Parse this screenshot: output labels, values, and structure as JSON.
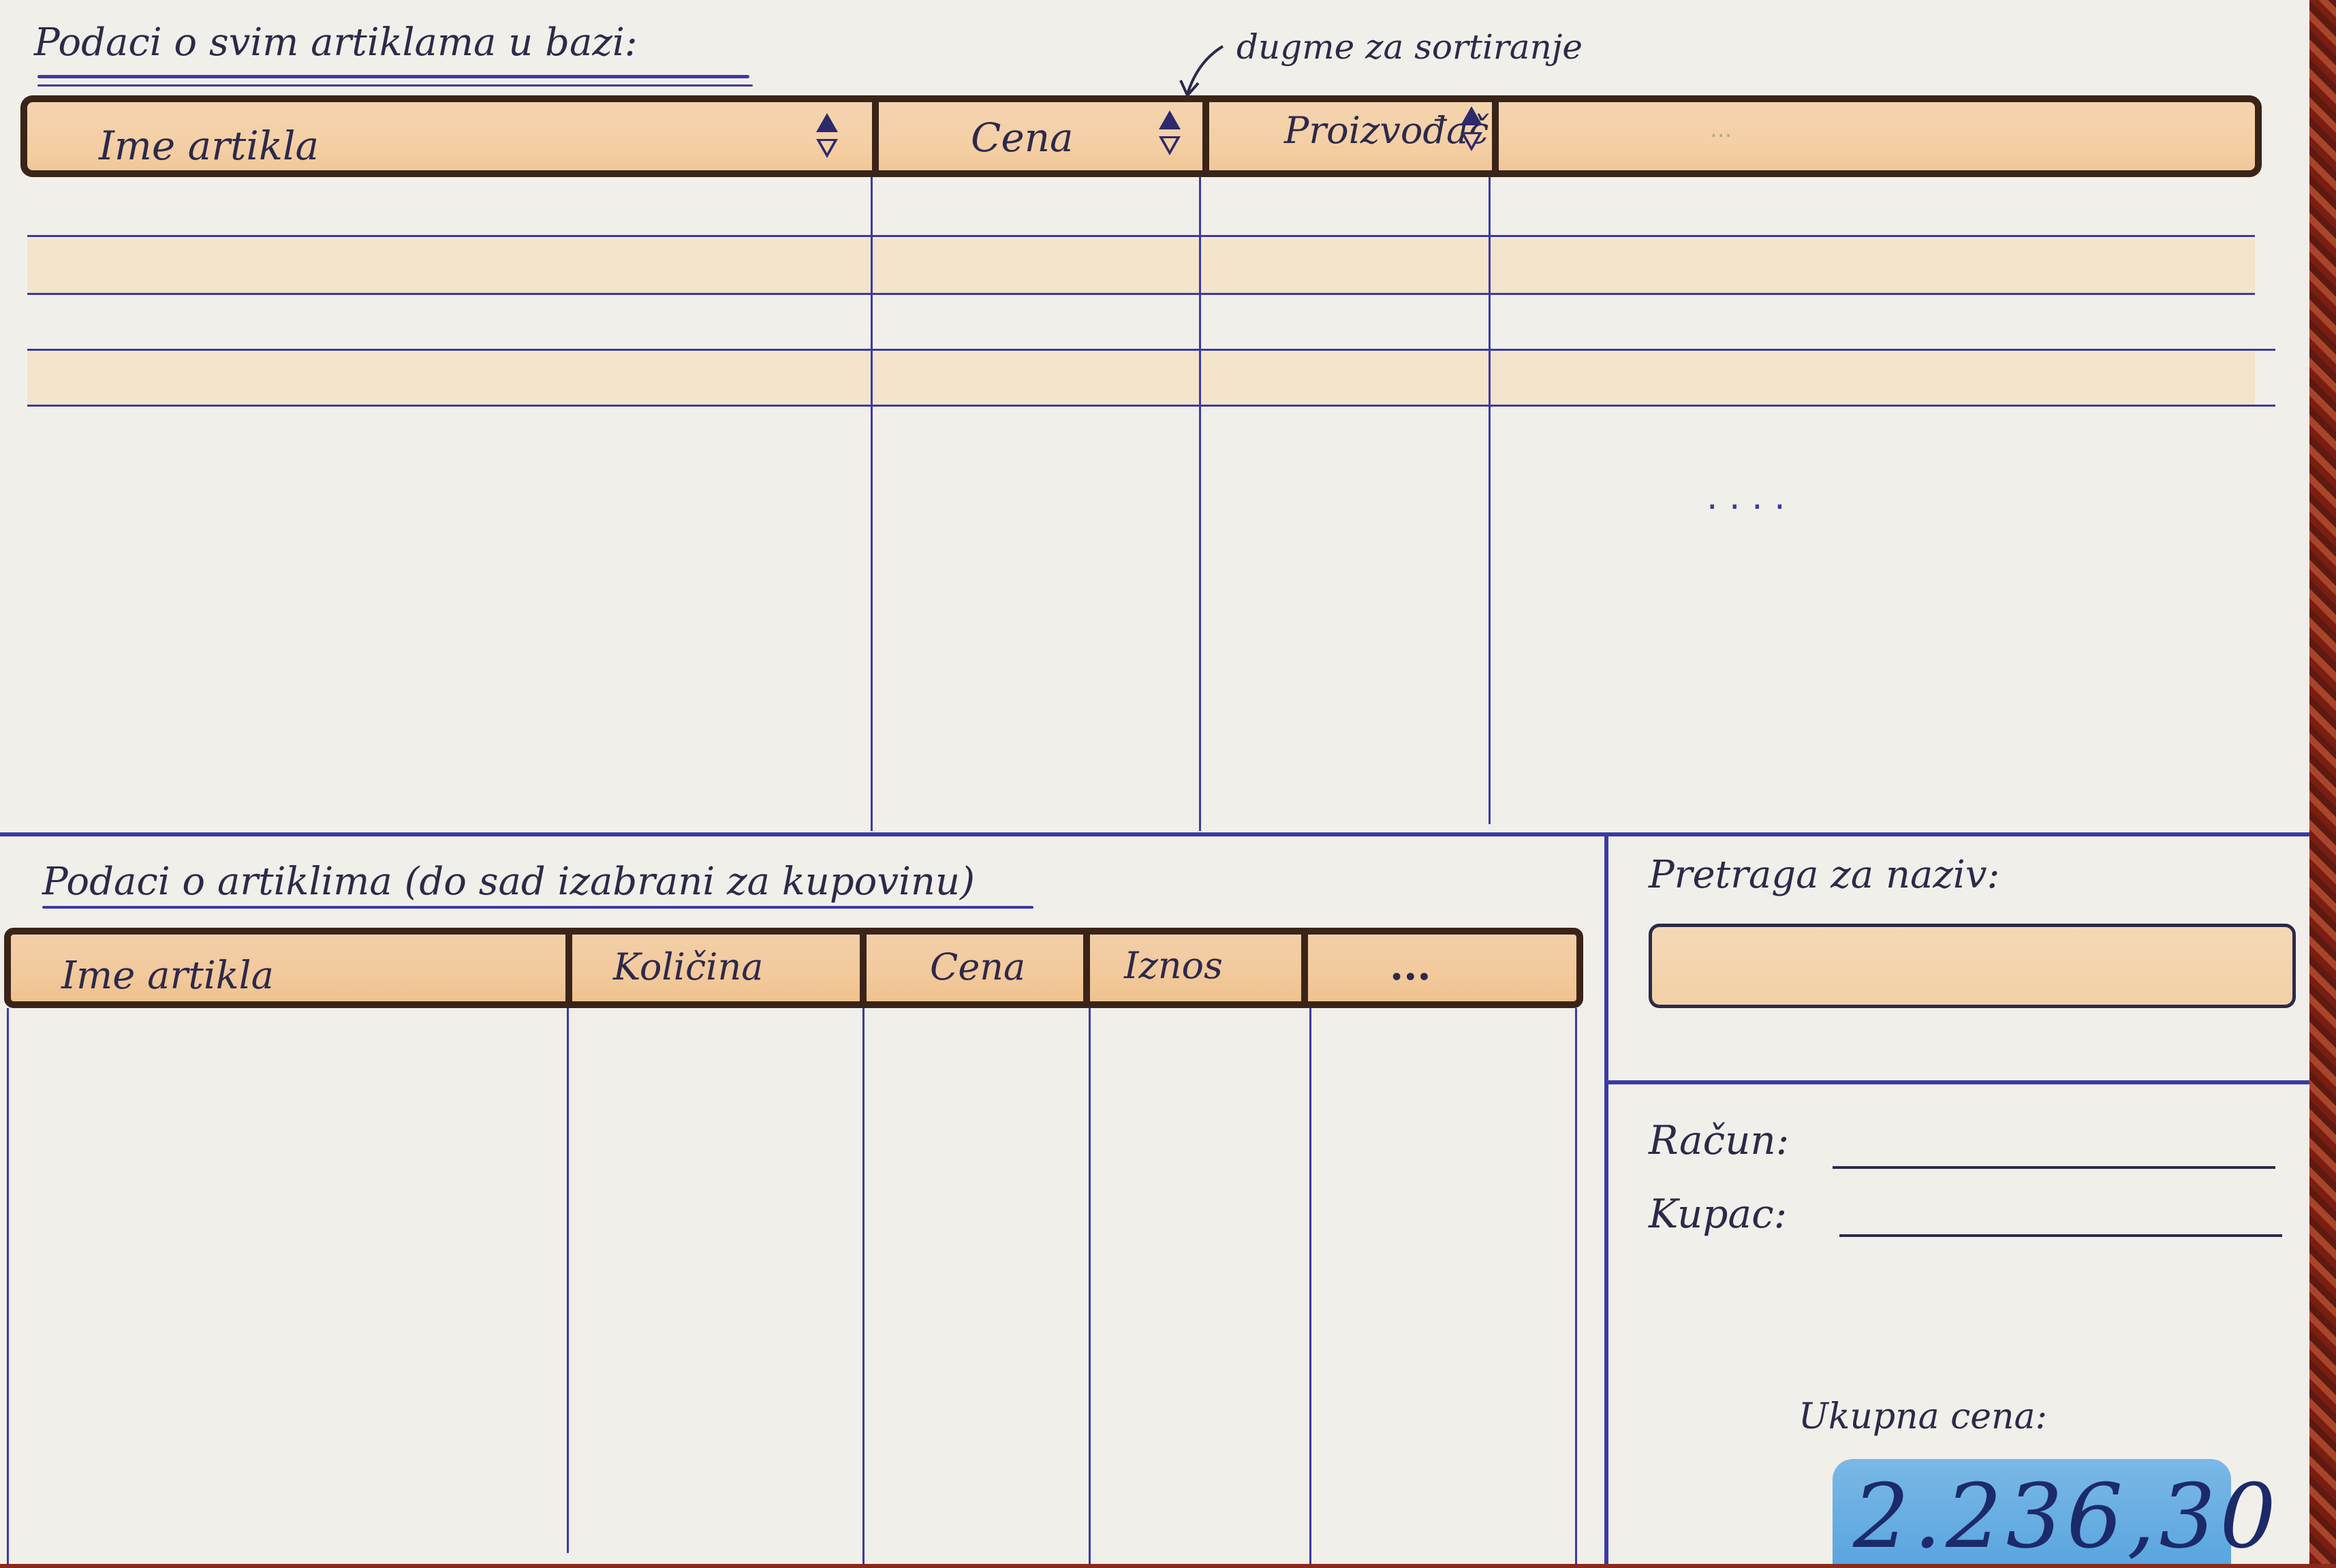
{
  "section_top": {
    "title": "Podaci o svim artiklama u bazi:",
    "annotation": "dugme za sortiranje",
    "columns": [
      "Ime artikla",
      "Cena",
      "Proizvođač",
      "..."
    ],
    "empty_more_marker": ". . . ."
  },
  "section_bottom": {
    "title": "Podaci o artiklima (do sad izabrani za kupovinu)",
    "columns": [
      "Ime artikla",
      "Količina",
      "Cena",
      "Iznos",
      "..."
    ]
  },
  "search": {
    "label": "Pretraga za naziv:",
    "value": ""
  },
  "invoice": {
    "racun_label": "Račun:",
    "kupac_label": "Kupac:",
    "total_label": "Ukupna cena:",
    "total_value": "2.236,30"
  },
  "colors": {
    "ink": "#2c2a4a",
    "blue_line": "#3a3aa8",
    "header_fill": "#f5cfa5",
    "header_border": "#3a2418",
    "total_highlight": "#5aa6e0"
  }
}
